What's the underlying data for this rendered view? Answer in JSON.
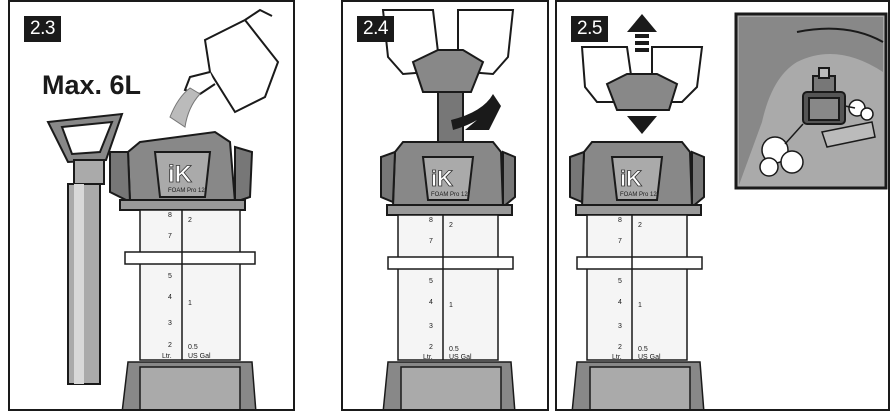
{
  "steps": [
    {
      "label": "2.3",
      "note": "Max. 6L"
    },
    {
      "label": "2.4"
    },
    {
      "label": "2.5"
    }
  ],
  "scale": {
    "left_ticks": [
      "8",
      "7",
      "5",
      "4",
      "3",
      "2"
    ],
    "right_ticks": [
      "2",
      "1",
      "0.5"
    ],
    "left_unit": "Ltr.",
    "right_unit": "US Gal"
  },
  "product": {
    "brand": "iK",
    "model": "FOAM Pro 12"
  }
}
